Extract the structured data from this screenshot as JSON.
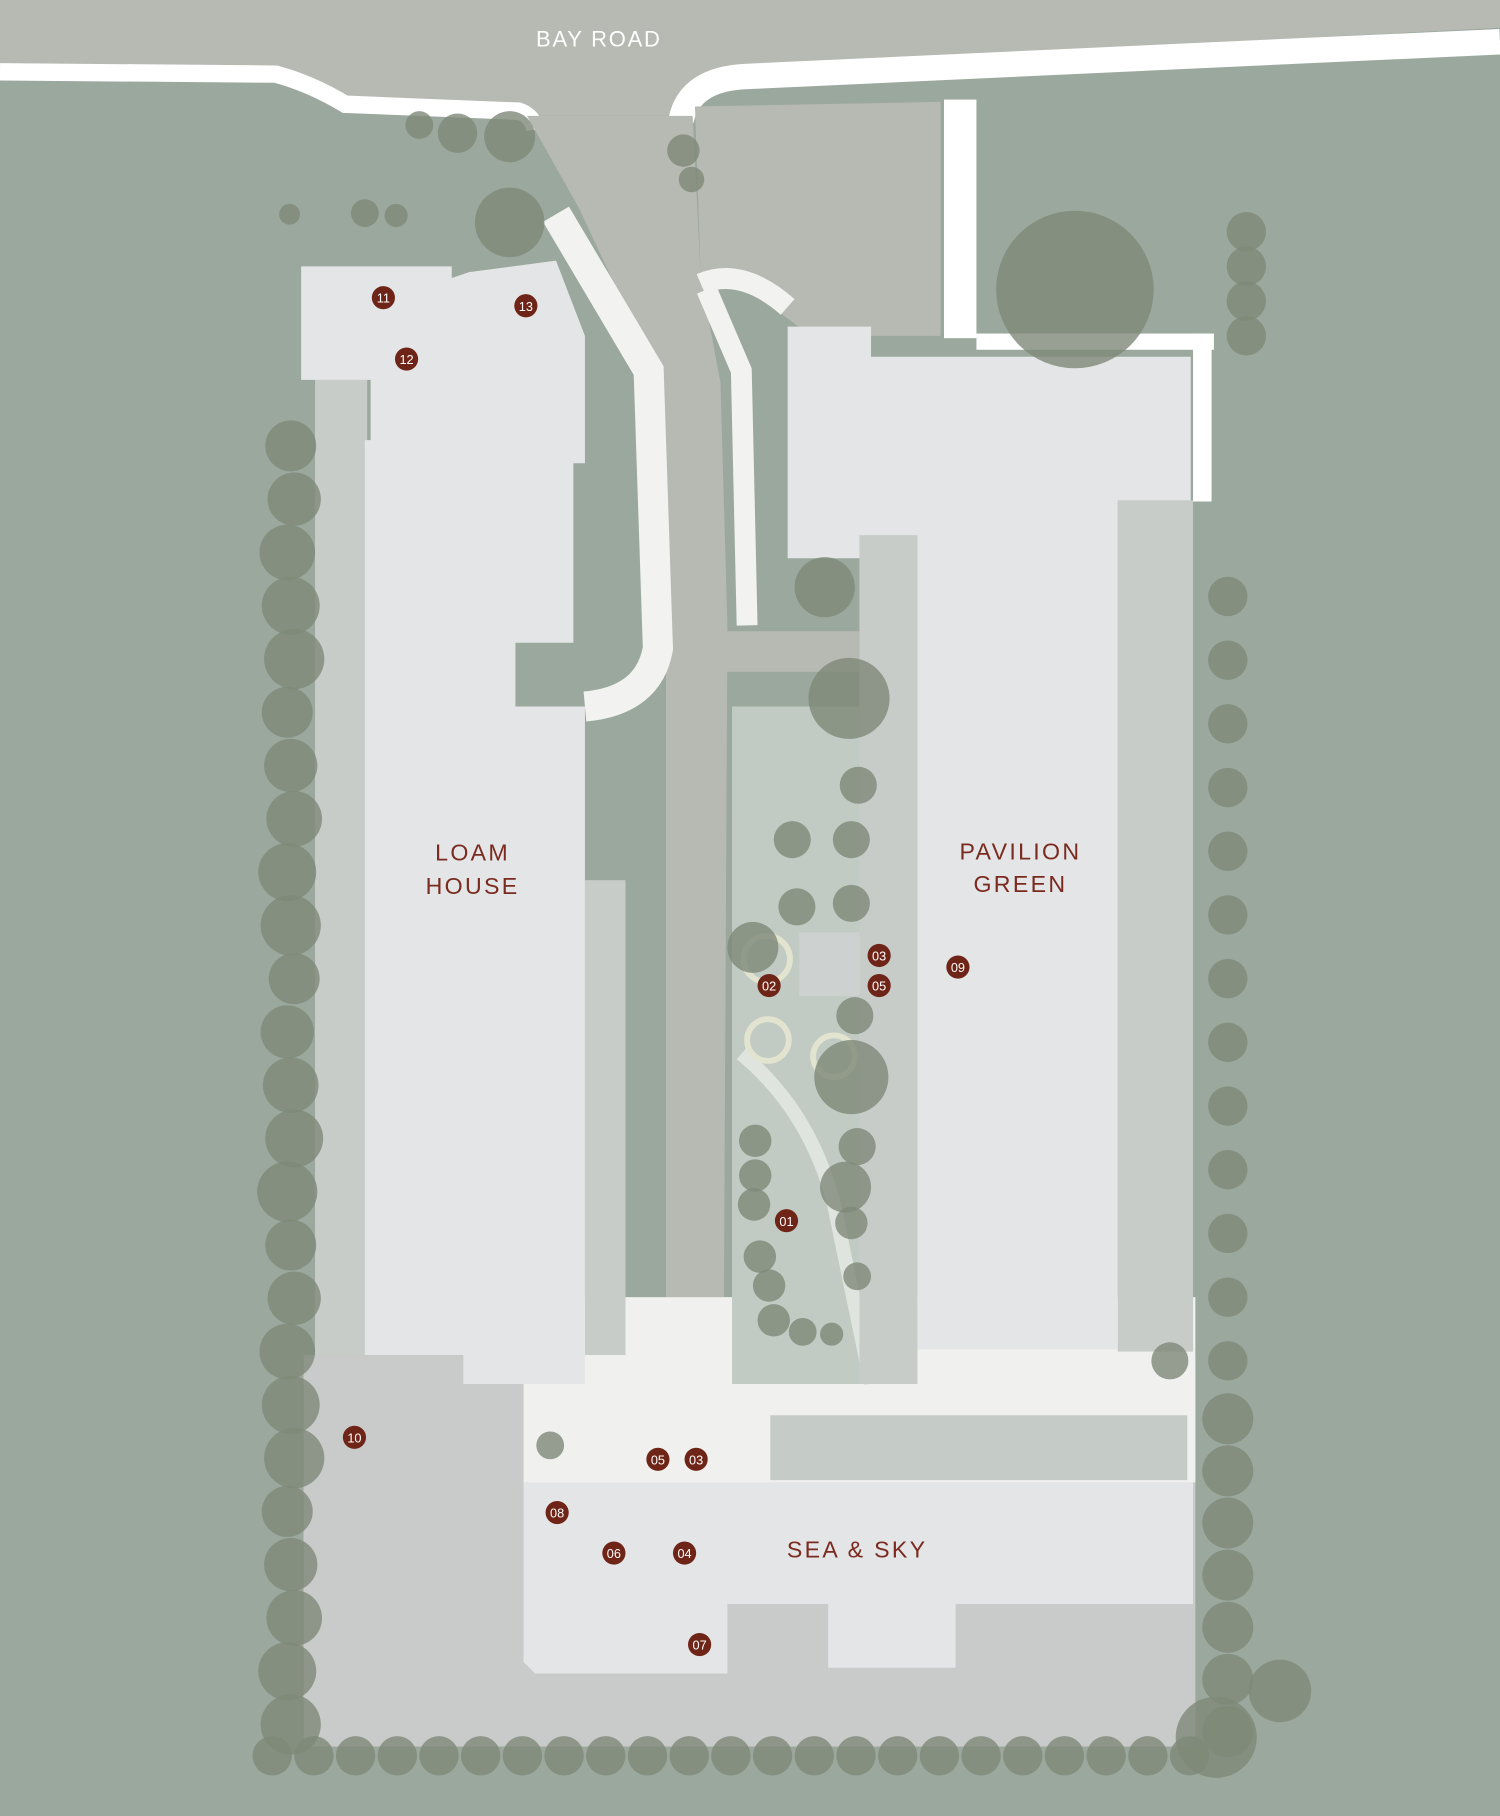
{
  "road_label": "BAY ROAD",
  "buildings": {
    "loam_house": [
      "LOAM",
      "HOUSE"
    ],
    "pavilion_green": [
      "PAVILION",
      "GREEN"
    ],
    "sea_and_sky": "SEA & SKY"
  },
  "markers": [
    "11",
    "13",
    "12",
    "03",
    "05",
    "02",
    "09",
    "01",
    "10",
    "05",
    "03",
    "08",
    "06",
    "04",
    "07"
  ],
  "colors": {
    "grass": "#9ba89d",
    "road": "#b7b9b3",
    "building": "#e4e5e7",
    "paving": "#c8ccc9",
    "tree": "#7e8878",
    "marker": "#6e2416",
    "label": "#7a2a1e"
  }
}
